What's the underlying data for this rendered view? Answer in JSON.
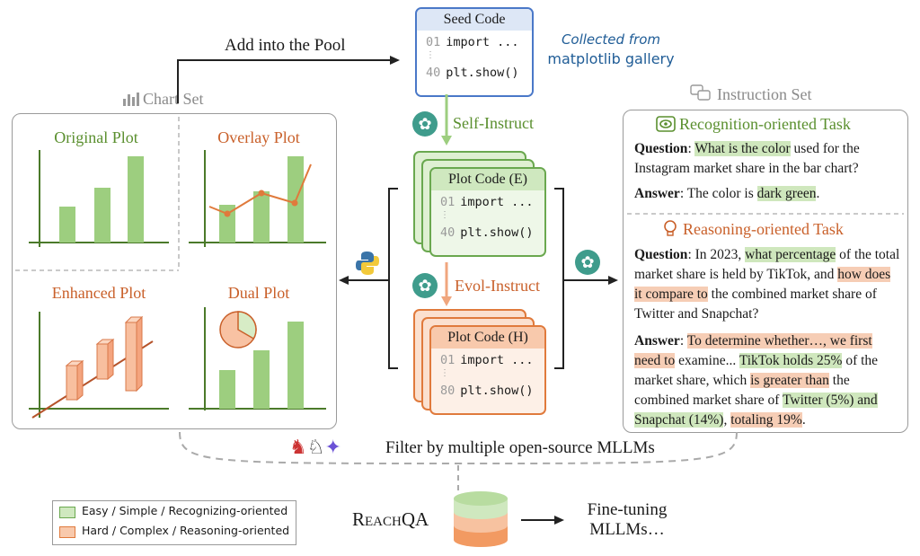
{
  "colors": {
    "green": "#9dce7f",
    "green_dark": "#5a8f2e",
    "orange": "#f6b592",
    "orange_dark": "#c9602a",
    "gray": "#9a9a9a"
  },
  "chart_set": {
    "title": "Chart Set",
    "plots": {
      "original": "Original Plot",
      "overlay": "Overlay Plot",
      "enhanced": "Enhanced Plot",
      "dual": "Dual Plot"
    }
  },
  "pool_label": "Add into the Pool",
  "seed": {
    "title": "Seed Code",
    "line1_no": "01",
    "line1": "import ...",
    "dots": "⋮",
    "line2_no": "40",
    "line2": "plt.show()",
    "source_line1": "Collected from",
    "source_line2": "matplotlib gallery"
  },
  "self_instruct": "Self-Instruct",
  "evol_instruct": "Evol-Instruct",
  "plot_code_e": {
    "title": "Plot Code (E)",
    "line1_no": "01",
    "line1": "import ...",
    "dots": "⋮",
    "line2_no": "40",
    "line2": "plt.show()"
  },
  "plot_code_h": {
    "title": "Plot Code (H)",
    "line1_no": "01",
    "line1": "import ...",
    "dots": "⋮",
    "line2_no": "80",
    "line2": "plt.show()"
  },
  "instruction_set": {
    "title": "Instruction Set",
    "recognition": {
      "title": "Recognition-oriented Task",
      "q_label": "Question",
      "q_parts": [
        {
          "t": ": ",
          "h": ""
        },
        {
          "t": "What is the color",
          "h": "g"
        },
        {
          "t": " used for the Instagram market share in the bar chart?",
          "h": ""
        }
      ],
      "a_label": "Answer",
      "a_parts": [
        {
          "t": ": The color is ",
          "h": ""
        },
        {
          "t": "dark green",
          "h": "g"
        },
        {
          "t": ".",
          "h": ""
        }
      ]
    },
    "reasoning": {
      "title": "Reasoning-oriented Task",
      "q_label": "Question",
      "q_parts": [
        {
          "t": ": In 2023, ",
          "h": ""
        },
        {
          "t": "what percentage",
          "h": "g"
        },
        {
          "t": " of the total market share is held by TikTok, and ",
          "h": ""
        },
        {
          "t": "how does it compare to",
          "h": "o"
        },
        {
          "t": " the combined market share of Twitter and Snapchat?",
          "h": ""
        }
      ],
      "a_label": "Answer",
      "a_parts": [
        {
          "t": ": ",
          "h": ""
        },
        {
          "t": "To determine whether…, we first need to",
          "h": "o"
        },
        {
          "t": " examine... ",
          "h": ""
        },
        {
          "t": "TikTok holds 25%",
          "h": "g"
        },
        {
          "t": " of the market share, which ",
          "h": ""
        },
        {
          "t": "is greater than",
          "h": "o"
        },
        {
          "t": " the combined market share of ",
          "h": ""
        },
        {
          "t": "Twitter (5%) and Snapchat (14%)",
          "h": "g"
        },
        {
          "t": ", ",
          "h": ""
        },
        {
          "t": "totaling 19%",
          "h": "o"
        },
        {
          "t": ".",
          "h": ""
        }
      ]
    }
  },
  "filter_label": "Filter by multiple open-source MLLMs",
  "legend": {
    "easy": "Easy / Simple / Recognizing-oriented",
    "hard": "Hard / Complex / Reasoning-oriented"
  },
  "reachqa": "ReachQA",
  "finetune_line1": "Fine-tuning",
  "finetune_line2": "MLLMs…"
}
